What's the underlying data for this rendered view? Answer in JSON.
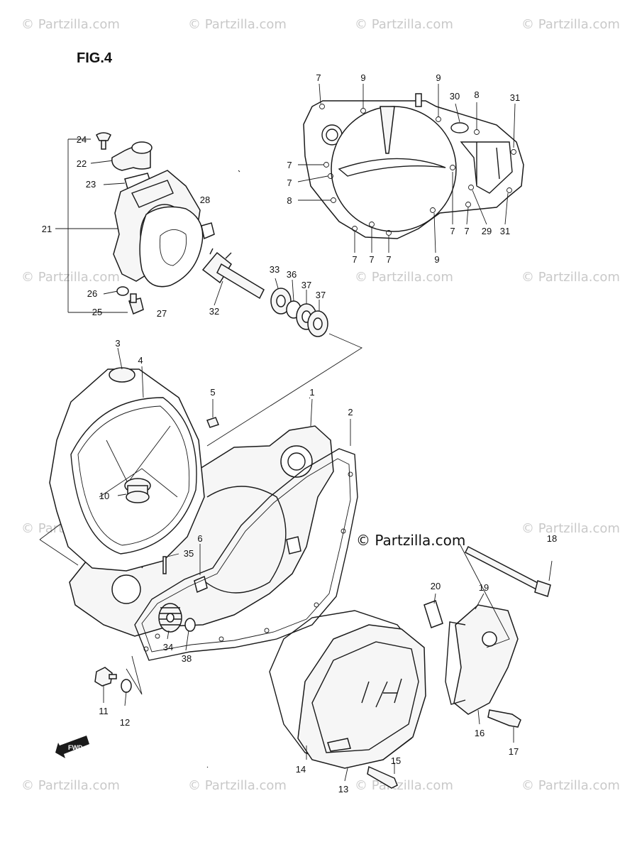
{
  "figure": {
    "title": "FIG.4"
  },
  "watermark": {
    "text": "© Partzilla.com"
  },
  "brand": {
    "text": "© Partzilla.com"
  },
  "fwd_label": "FWD",
  "callouts": [
    "1",
    "2",
    "3",
    "4",
    "5",
    "6",
    "7",
    "8",
    "9",
    "10",
    "11",
    "12",
    "13",
    "14",
    "15",
    "16",
    "17",
    "18",
    "19",
    "20",
    "21",
    "22",
    "23",
    "24",
    "25",
    "26",
    "27",
    "28",
    "29",
    "30",
    "31",
    "32",
    "33",
    "34",
    "35",
    "36",
    "37",
    "38"
  ]
}
